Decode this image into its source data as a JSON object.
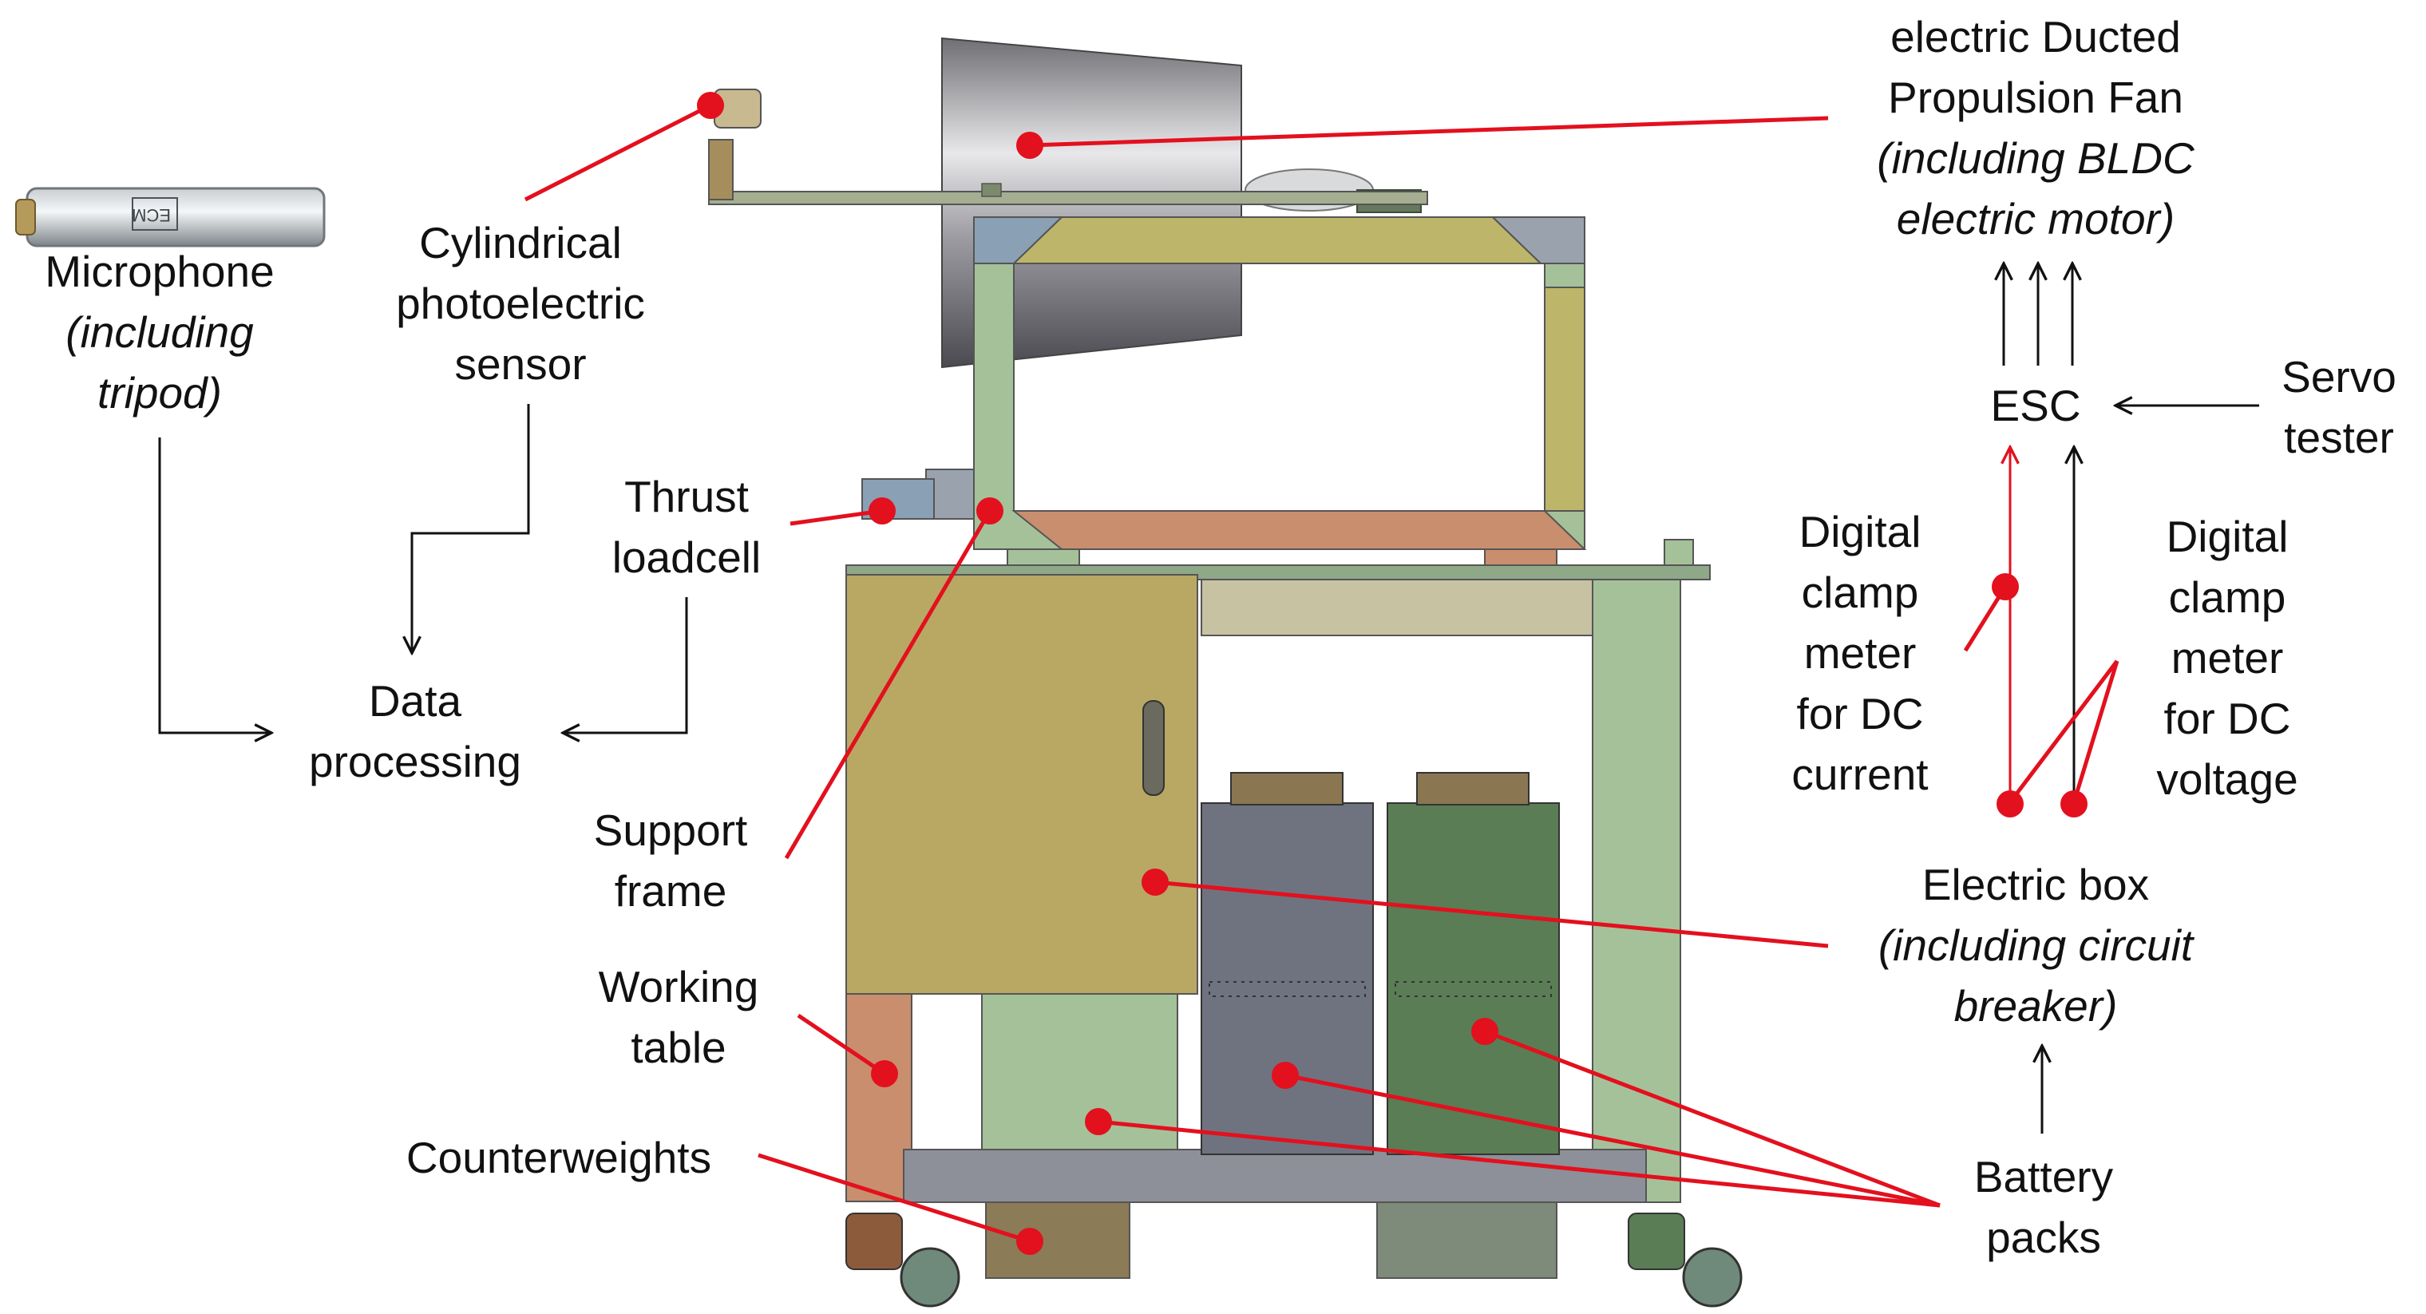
{
  "colors": {
    "leader_red": "#e3101e",
    "arrow_black": "#111111",
    "frame_green": "#a5c19a",
    "frame_olive": "#bdb56a",
    "frame_brown": "#c98e6e",
    "frame_gray": "#9aa3ad",
    "cabinet_tan": "#b8a864",
    "battery_gray": "#6f7380",
    "battery_green": "#5a7d55",
    "table_gray": "#8d9098"
  },
  "labels": {
    "microphone": [
      "Microphone",
      "(including",
      "tripod)"
    ],
    "photo_sensor": [
      "Cylindrical",
      "photoelectric",
      "sensor"
    ],
    "data_processing": [
      "Data",
      "processing"
    ],
    "thrust_loadcell": [
      "Thrust",
      "loadcell"
    ],
    "support_frame": [
      "Support",
      "frame"
    ],
    "working_table": [
      "Working",
      "table"
    ],
    "counterweights": [
      "Counterweights"
    ],
    "fan": [
      "electric Ducted",
      "Propulsion Fan",
      "(including BLDC",
      "electric motor)"
    ],
    "esc": "ESC",
    "servo_tester": [
      "Servo",
      "tester"
    ],
    "clamp_current": [
      "Digital",
      "clamp",
      "meter",
      "for DC",
      "current"
    ],
    "clamp_voltage": [
      "Digital",
      "clamp",
      "meter",
      "for DC",
      "voltage"
    ],
    "electric_box": [
      "Electric box",
      "(including circuit",
      "breaker)"
    ],
    "battery_packs": [
      "Battery",
      "packs"
    ],
    "microphone_body_text": "ECM"
  }
}
